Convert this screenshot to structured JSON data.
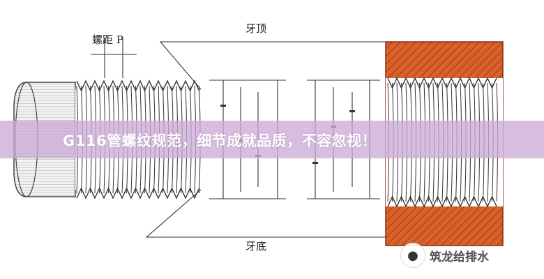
{
  "diagram": {
    "labels": {
      "pitch": "螺距 P",
      "crest": "牙顶",
      "root": "牙底"
    },
    "colors": {
      "nut_fill": "#d9622b",
      "nut_outline": "#8a2a10",
      "line": "#333333"
    }
  },
  "banner": {
    "title": "G116管螺纹规范，细节成就品质，不容忽视！"
  },
  "watermark": {
    "icon": "wechat-icon",
    "text": "筑龙给排水"
  }
}
